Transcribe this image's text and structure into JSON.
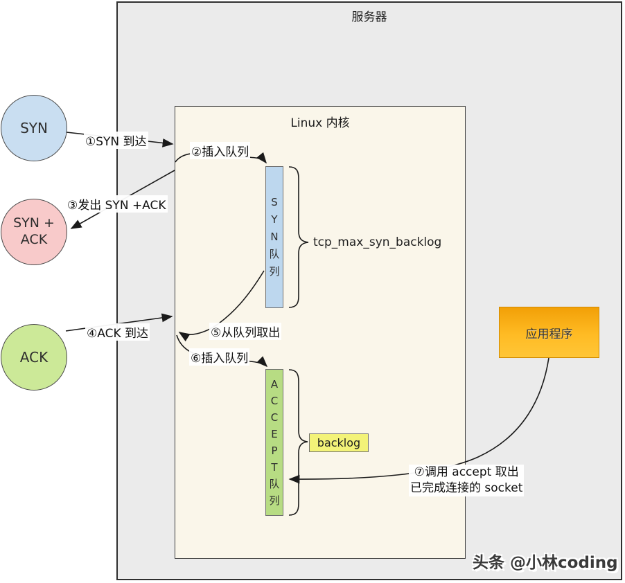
{
  "outer": {
    "title": "服务器"
  },
  "kernel": {
    "title": "Linux 内核"
  },
  "client_nodes": {
    "syn": {
      "label": "SYN",
      "color": "#c9def1"
    },
    "syn_ack": {
      "line1": "SYN +",
      "line2": "ACK",
      "color": "#f8caca"
    },
    "ack": {
      "label": "ACK",
      "color": "#cce998"
    }
  },
  "queues": {
    "syn_queue": {
      "chars": [
        "S",
        "Y",
        "N",
        "队",
        "列"
      ],
      "color": "#bdd7ee",
      "capacity_label": "tcp_max_syn_backlog"
    },
    "accept_queue": {
      "chars": [
        "A",
        "C",
        "C",
        "E",
        "P",
        "T",
        "队",
        "列"
      ],
      "color": "#b7dc83",
      "capacity_label": "backlog"
    }
  },
  "steps": [
    {
      "label": "①SYN 到达"
    },
    {
      "label": "②插入队列"
    },
    {
      "label": "③发出 SYN +ACK"
    },
    {
      "label": "④ACK 到达"
    },
    {
      "label": "⑤从队列取出"
    },
    {
      "label": "⑥插入队列"
    },
    {
      "line1": "⑦调用 accept 取出",
      "line2": "已完成连接的 socket"
    }
  ],
  "app": {
    "label": "应用程序",
    "color_top": "#f2a007",
    "color_bottom": "#ffc637"
  },
  "watermark": "头条 @小林coding"
}
